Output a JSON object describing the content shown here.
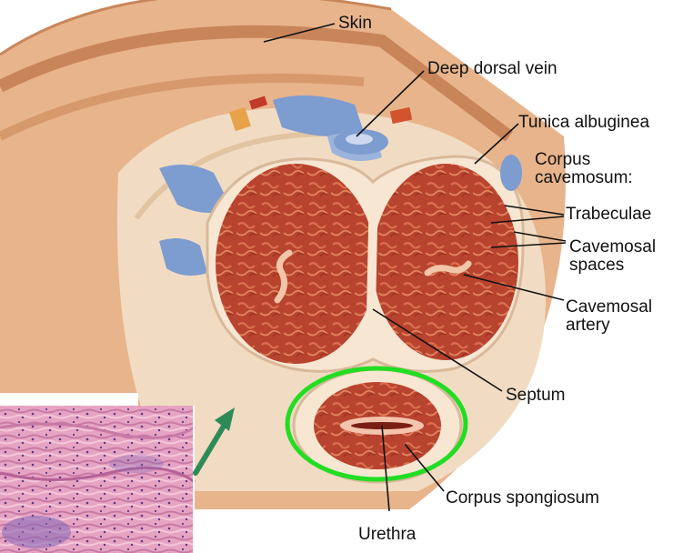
{
  "labels": {
    "skin": "Skin",
    "deep_dorsal_vein": "Deep dorsal vein",
    "tunica_albuginea": "Tunica albuginea",
    "corpus_cavernosum_line1": "Corpus",
    "corpus_cavernosum_line2": "cavemosum:",
    "trabeculae": "Trabeculae",
    "cavernosal_spaces_line1": "Cavemosal",
    "cavernosal_spaces_line2": "spaces",
    "cavernosal_artery_line1": "Cavemosal",
    "cavernosal_artery_line2": "artery",
    "septum": "Septum",
    "corpus_spongiosum": "Corpus spongiosum",
    "urethra": "Urethra"
  },
  "colors": {
    "skin": "#e8b48c",
    "skin_dark": "#c9855a",
    "tissue": "#b8432e",
    "tissue_light": "#d9704f",
    "fascia": "#f1dcc3",
    "vein": "#7d9ccf",
    "highlight_ring": "#22dd22",
    "histology_bg": "#e7a3c2",
    "histology_nuclei": "#5a3a8a",
    "arrow": "#2e8b57",
    "leader": "#111111"
  }
}
